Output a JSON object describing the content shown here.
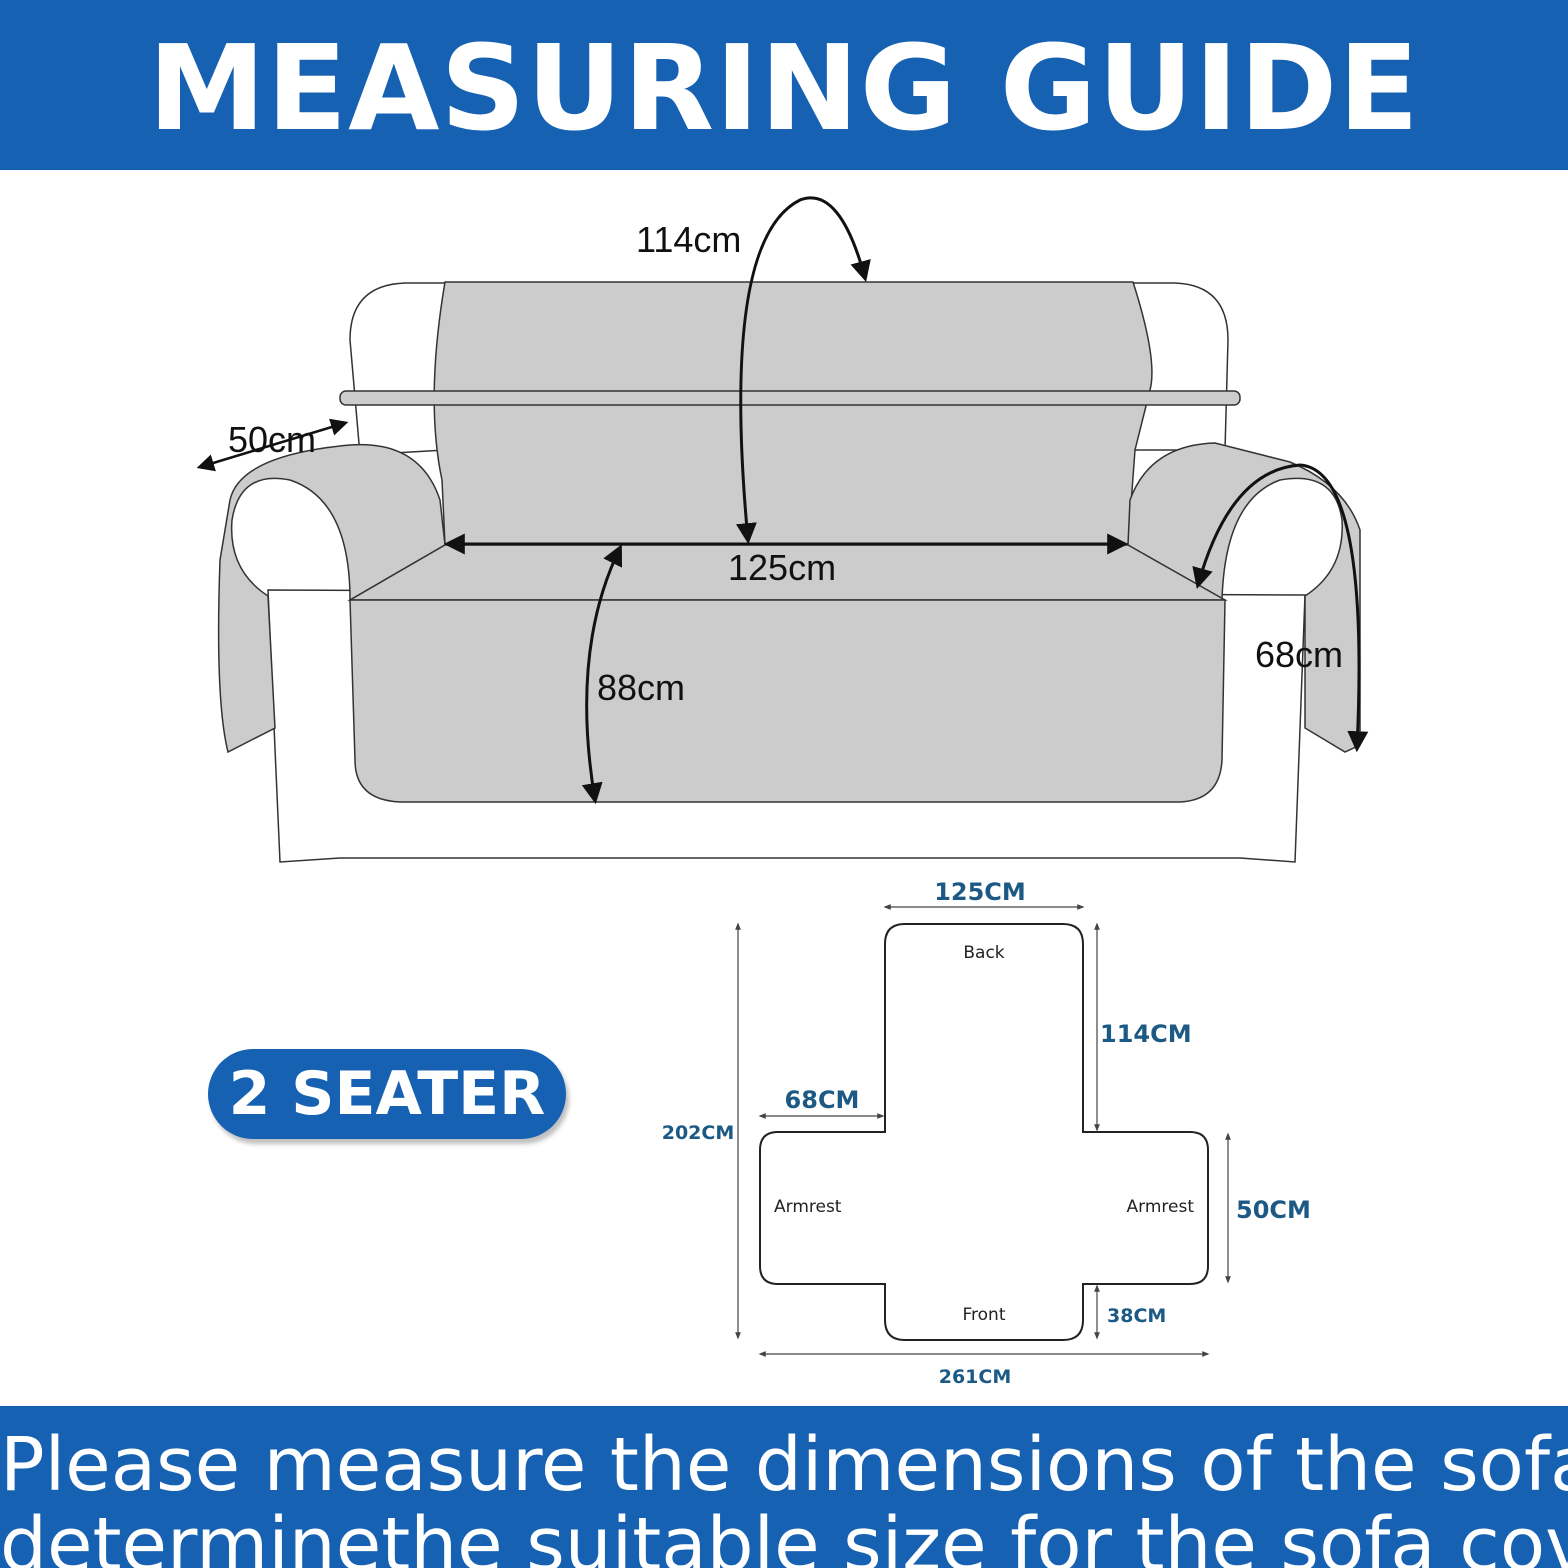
{
  "header": {
    "title": "MEASURING GUIDE"
  },
  "sofa_labels": {
    "back_height": "114cm",
    "armrest_width": "50cm",
    "seat_width": "125cm",
    "seat_depth": "88cm",
    "armrest_length": "68cm"
  },
  "badge": {
    "label": "2 SEATER"
  },
  "pattern": {
    "back_label": "Back",
    "front_label": "Front",
    "armrest_left_label": "Armrest",
    "armrest_right_label": "Armrest",
    "width_top": "125CM",
    "back_length": "114CM",
    "armrest_length": "68CM",
    "total_length": "202CM",
    "armrest_width": "50CM",
    "front_flap": "38CM",
    "total_width": "261CM"
  },
  "footer": {
    "line1": "Please measure the dimensions of the sofa to",
    "line2": "determinethe suitable size for the sofa cover."
  },
  "colors": {
    "brand_blue": "#1761b3",
    "pattern_label": "#1c5a85",
    "cover_gray": "#cccccc"
  }
}
